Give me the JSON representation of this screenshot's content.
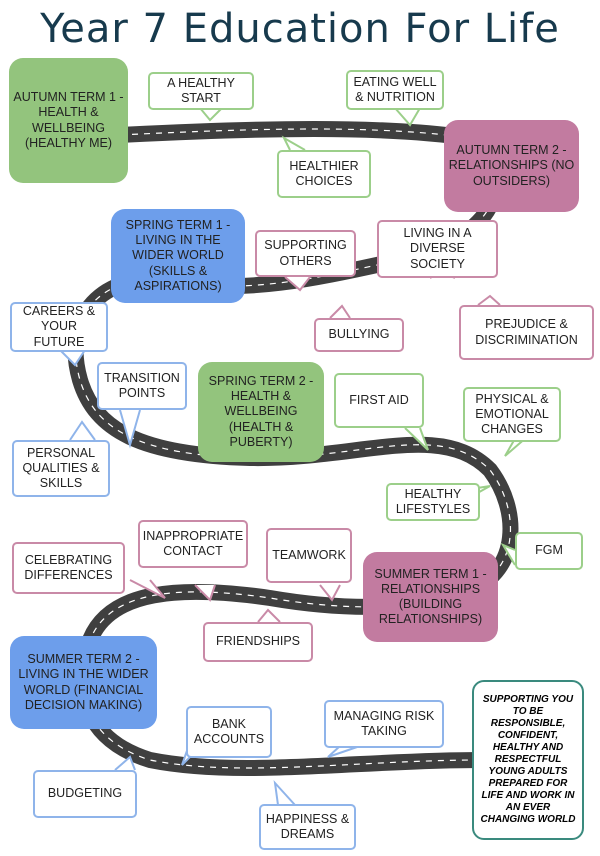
{
  "title": "Year 7 Education For Life",
  "terms": {
    "autumn1": "AUTUMN TERM 1 - HEALTH & WELLBEING (HEALTHY ME)",
    "autumn2": "AUTUMN TERM 2 - RELATIONSHIPS (NO OUTSIDERS)",
    "spring1": "SPRING TERM 1 - LIVING IN THE WIDER WORLD (SKILLS & ASPIRATIONS)",
    "spring2": "SPRING TERM 2 - HEALTH & WELLBEING (HEALTH & PUBERTY)",
    "summer1": "SUMMER TERM 1 - RELATIONSHIPS (BUILDING RELATIONSHIPS)",
    "summer2": "SUMMER TERM 2 - LIVING IN THE WIDER WORLD (FINANCIAL DECISION MAKING)"
  },
  "topics": {
    "healthy_start": "A HEALTHY START",
    "eating_well": "EATING WELL & NUTRITION",
    "healthier_choices": "HEALTHIER CHOICES",
    "supporting_others": "SUPPORTING OTHERS",
    "living_diverse": "LIVING IN A DIVERSE SOCIETY",
    "bullying": "BULLYING",
    "prejudice": "PREJUDICE & DISCRIMINATION",
    "careers": "CAREERS & YOUR FUTURE",
    "transition": "TRANSITION POINTS",
    "personal_qualities": "PERSONAL QUALITIES & SKILLS",
    "first_aid": "FIRST AID",
    "physical_emotional": "PHYSICAL & EMOTIONAL CHANGES",
    "healthy_lifestyles": "HEALTHY LIFESTYLES",
    "fgm": "FGM",
    "celebrating": "CELEBRATING DIFFERENCES",
    "inappropriate": "INAPPROPRIATE CONTACT",
    "teamwork": "TEAMWORK",
    "friendships": "FRIENDSHIPS",
    "bank_accounts": "BANK ACCOUNTS",
    "managing_risk": "MANAGING RISK TAKING",
    "budgeting": "BUDGETING",
    "happiness": "HAPPINESS & DREAMS"
  },
  "final": "SUPPORTING YOU TO BE RESPONSIBLE, CONFIDENT, HEALTHY AND RESPECTFUL YOUNG ADULTS PREPARED FOR LIFE AND WORK IN AN EVER CHANGING WORLD",
  "colors": {
    "health_wellbeing": "#93c47d",
    "relationships": "#c27ba0",
    "living_wider_world": "#6d9eeb",
    "road": "#3f3f3f",
    "title": "#173a4d"
  }
}
